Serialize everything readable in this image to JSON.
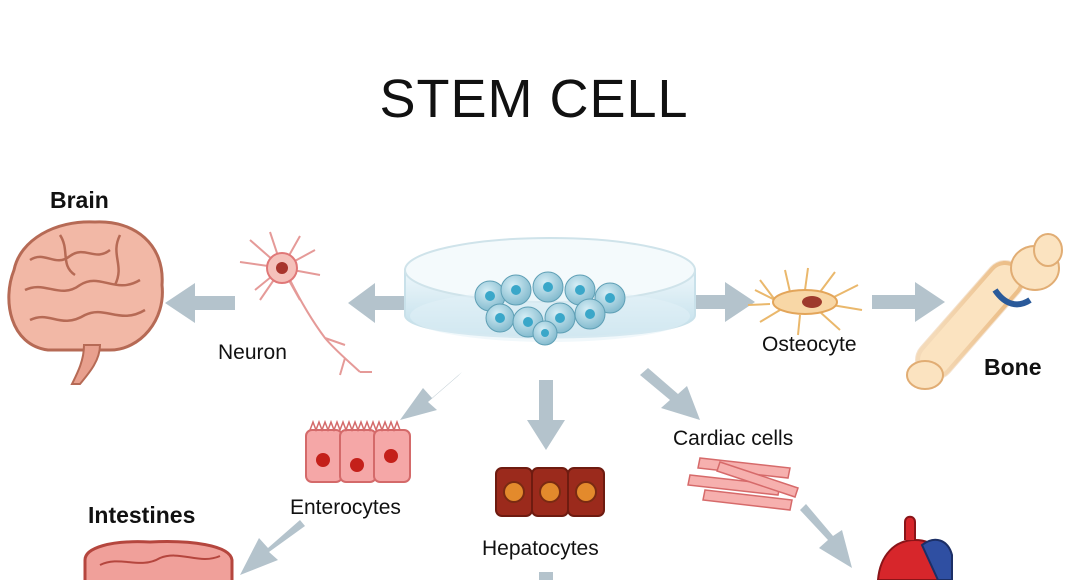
{
  "title": "STEM CELL",
  "organs": {
    "brain": "Brain",
    "bone": "Bone",
    "intestines": "Intestines"
  },
  "cells": {
    "neuron": "Neuron",
    "osteocyte": "Osteocyte",
    "enterocytes": "Enterocytes",
    "hepatocytes": "Hepatocytes",
    "cardiac": "Cardiac cells"
  },
  "colors": {
    "arrow": "#b4c3cc",
    "brain": "#f2b8a6",
    "bone": "#fbe3c0",
    "enterocyte": "#f5a7a7",
    "hepatocyte": "#9b2a1c",
    "cardiac": "#f08c8c",
    "heart": "#d7262b"
  }
}
